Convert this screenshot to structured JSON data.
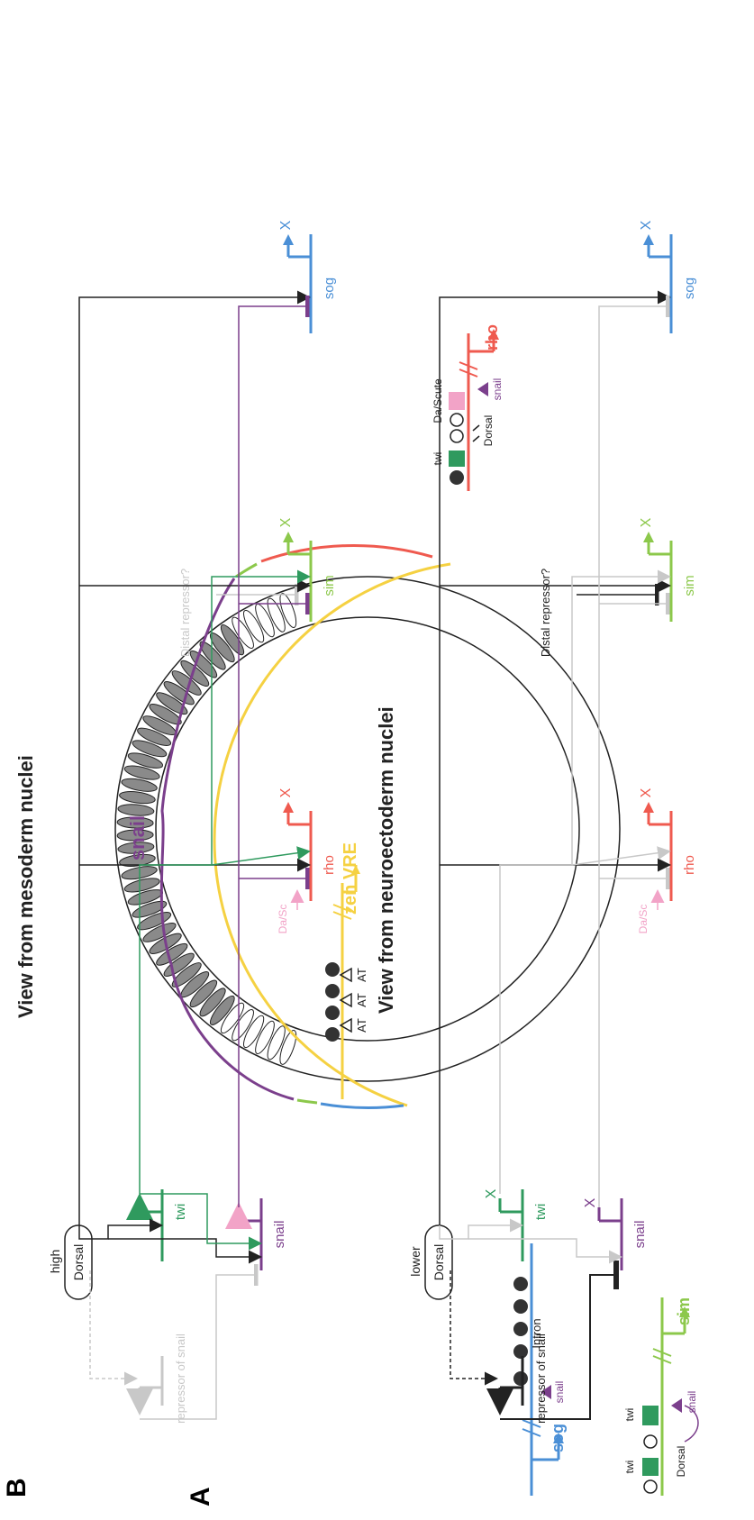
{
  "panel_a": {
    "label": "A",
    "domain_label": "snail",
    "zen_vre": {
      "gene": "zen VRE",
      "sites": [
        "AT",
        "AT",
        "AT"
      ]
    },
    "sog": {
      "gene": "sog",
      "intron": "Intron",
      "repressor": "snail"
    },
    "rho": {
      "gene": "rho",
      "activators": [
        "twi",
        "Dorsal",
        "Da/Scute"
      ],
      "repressor": "snail"
    },
    "sim": {
      "gene": "sim",
      "activators": [
        "twi",
        "twi",
        "Dorsal"
      ],
      "repressor": "snail"
    }
  },
  "panel_b": {
    "label": "B",
    "top": {
      "title": "View from mesoderm nuclei",
      "dorsal_level": "high",
      "dorsal": "Dorsal",
      "repressor": "repressor of snail",
      "genes": [
        "twi",
        "snail",
        "rho",
        "sim",
        "sog"
      ],
      "da_sc": "Da/Sc",
      "distal": "Distal repressor?"
    },
    "bottom": {
      "title": "View from neuroectoderm nuclei",
      "dorsal_level": "lower",
      "dorsal": "Dorsal",
      "repressor": "repressor of snail",
      "genes": [
        "twi",
        "snail",
        "rho",
        "sim",
        "sog"
      ],
      "da_sc": "Da/Sc",
      "distal": "Distal repressor?"
    }
  },
  "colors": {
    "yellow": "#f5d142",
    "blue": "#4a8fd6",
    "red": "#ef5a4f",
    "green": "#8cc84b",
    "purple": "#7b3f8c",
    "teal": "#2f9a5e",
    "pink": "#f2a3c7",
    "grey": "#c8c8c8",
    "black": "#222222"
  }
}
